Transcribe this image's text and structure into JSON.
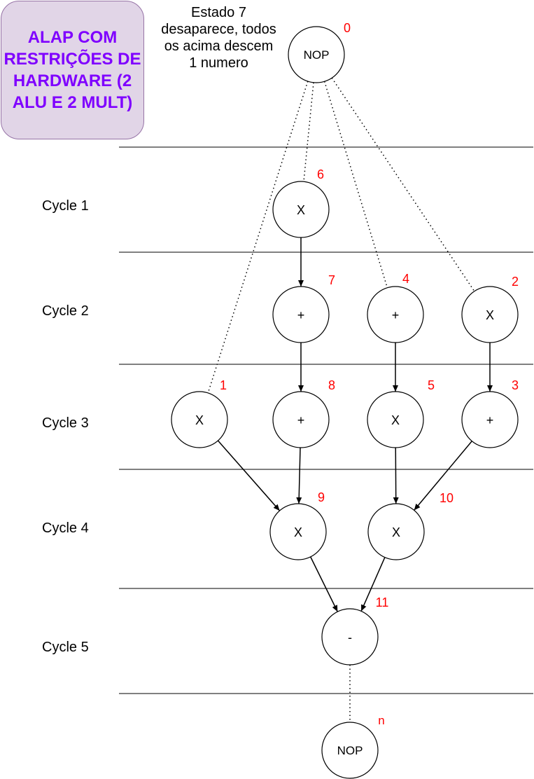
{
  "title": "ALAP COM RESTRIÇÕES DE HARDWARE (2 ALU E 2 MULT)",
  "note": "Estado 7 desaparece, todos os acima descem 1 numero",
  "colors": {
    "title_text": "#7f00ff",
    "title_fill": "#e1d5e7",
    "title_border": "#9673a6",
    "node_label_red": "#ff0000",
    "line": "#000000"
  },
  "cycles": [
    "Cycle 1",
    "Cycle 2",
    "Cycle 3",
    "Cycle 4",
    "Cycle 5"
  ],
  "nodes": [
    {
      "id": "0",
      "label": "NOP",
      "cycle": 0
    },
    {
      "id": "6",
      "label": "X",
      "cycle": 1
    },
    {
      "id": "7",
      "label": "+",
      "cycle": 2
    },
    {
      "id": "4",
      "label": "+",
      "cycle": 2
    },
    {
      "id": "2",
      "label": "X",
      "cycle": 2
    },
    {
      "id": "1",
      "label": "X",
      "cycle": 3
    },
    {
      "id": "8",
      "label": "+",
      "cycle": 3
    },
    {
      "id": "5",
      "label": "X",
      "cycle": 3
    },
    {
      "id": "3",
      "label": "+",
      "cycle": 3
    },
    {
      "id": "9",
      "label": "X",
      "cycle": 4
    },
    {
      "id": "10",
      "label": "X",
      "cycle": 4
    },
    {
      "id": "11",
      "label": "-",
      "cycle": 5
    },
    {
      "id": "n",
      "label": "NOP",
      "cycle": 6
    }
  ],
  "edges": [
    {
      "from": "0",
      "to": "1",
      "style": "dotted"
    },
    {
      "from": "0",
      "to": "6",
      "style": "dotted"
    },
    {
      "from": "0",
      "to": "4",
      "style": "dotted"
    },
    {
      "from": "0",
      "to": "2",
      "style": "dotted"
    },
    {
      "from": "6",
      "to": "7",
      "style": "solid"
    },
    {
      "from": "7",
      "to": "8",
      "style": "solid"
    },
    {
      "from": "4",
      "to": "5",
      "style": "solid"
    },
    {
      "from": "2",
      "to": "3",
      "style": "solid"
    },
    {
      "from": "1",
      "to": "9",
      "style": "solid"
    },
    {
      "from": "8",
      "to": "9",
      "style": "solid"
    },
    {
      "from": "5",
      "to": "10",
      "style": "solid"
    },
    {
      "from": "3",
      "to": "10",
      "style": "solid"
    },
    {
      "from": "9",
      "to": "11",
      "style": "solid"
    },
    {
      "from": "10",
      "to": "11",
      "style": "solid"
    },
    {
      "from": "11",
      "to": "n",
      "style": "dotted"
    }
  ]
}
